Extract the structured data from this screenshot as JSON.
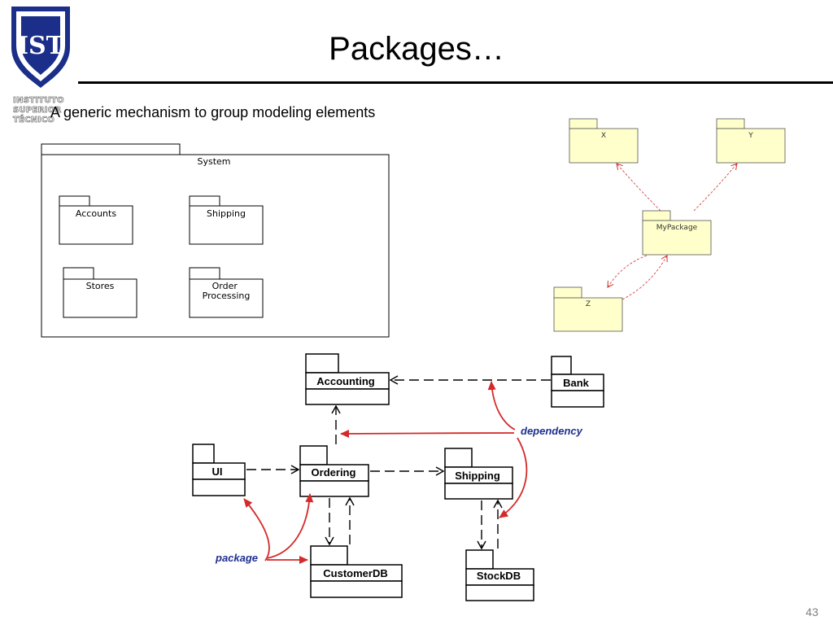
{
  "slide": {
    "title": "Packages…",
    "bullet": "A generic mechanism to group modeling elements",
    "page_number": "43",
    "logo_text": [
      "INSTITUTO",
      "SUPERIOR",
      "TÉCNICO"
    ]
  },
  "system_diagram": {
    "container": "System",
    "packages": [
      "Accounts",
      "Shipping",
      "Stores",
      "Order Processing"
    ]
  },
  "dependency_diagram": {
    "packages": [
      "X",
      "Y",
      "MyPackage",
      "Z"
    ]
  },
  "ordering_diagram": {
    "packages": [
      "Accounting",
      "Bank",
      "UI",
      "Ordering",
      "Shipping",
      "CustomerDB",
      "StockDB"
    ],
    "annotations": {
      "dependency": "dependency",
      "package": "package"
    }
  },
  "colors": {
    "package_yellow": "#ffffcc",
    "annotation_red": "#d42a2a",
    "annotation_text": "#1f2f8f",
    "dependency_red": "#cc3333",
    "logo_blue": "#1a2e8a"
  }
}
